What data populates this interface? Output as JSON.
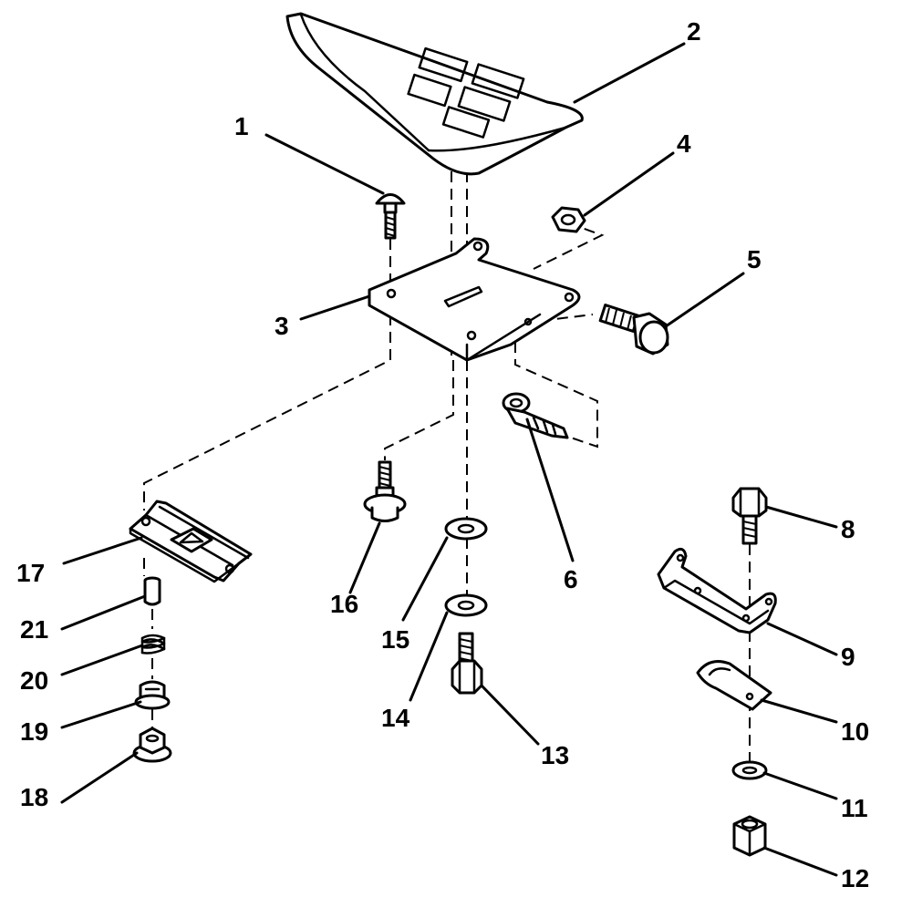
{
  "diagram": {
    "type": "exploded-parts-view",
    "parts": [
      {
        "number": "1",
        "component": "carriage-bolt"
      },
      {
        "number": "2",
        "component": "seat"
      },
      {
        "number": "3",
        "component": "seat-pan"
      },
      {
        "number": "4",
        "component": "nut"
      },
      {
        "number": "5",
        "component": "shoulder-bolt"
      },
      {
        "number": "6",
        "component": "switch-clip"
      },
      {
        "number": "8",
        "component": "hex-bolt"
      },
      {
        "number": "9",
        "component": "bracket"
      },
      {
        "number": "10",
        "component": "spring-plate"
      },
      {
        "number": "11",
        "component": "washer"
      },
      {
        "number": "12",
        "component": "lock-nut"
      },
      {
        "number": "13",
        "component": "hex-bolt"
      },
      {
        "number": "14",
        "component": "washer"
      },
      {
        "number": "15",
        "component": "washer"
      },
      {
        "number": "16",
        "component": "knob-bolt"
      },
      {
        "number": "17",
        "component": "slide-plate"
      },
      {
        "number": "18",
        "component": "flange-nut"
      },
      {
        "number": "19",
        "component": "bushing"
      },
      {
        "number": "20",
        "component": "spring"
      },
      {
        "number": "21",
        "component": "pin"
      }
    ]
  }
}
